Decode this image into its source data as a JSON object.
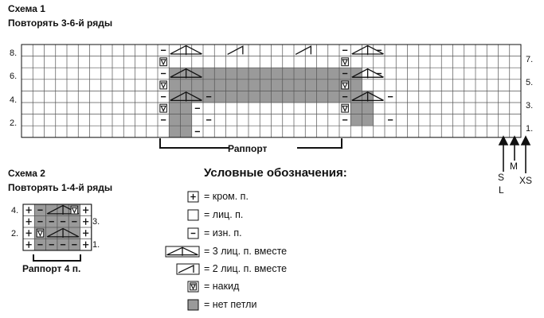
{
  "scheme1": {
    "title": "Схема 1",
    "subtitle": "Повторять 3-6-й ряды",
    "rows_left": [
      "8.",
      "6.",
      "4.",
      "2."
    ],
    "rows_right": [
      "7.",
      "5.",
      "3.",
      "1."
    ],
    "rapport_label": "Раппорт",
    "sizes": [
      "S",
      "M",
      "XS",
      "L"
    ]
  },
  "scheme2": {
    "title": "Схема 2",
    "subtitle": "Повторять 1-4-й ряды",
    "rows_left": [
      "4.",
      "2."
    ],
    "rows_right": [
      "3.",
      "1."
    ],
    "rapport_label": "Раппорт 4 п."
  },
  "legend": {
    "title": "Условные обозначения:",
    "items": [
      {
        "symbol": "edge-stitch",
        "text": "= кром. п."
      },
      {
        "symbol": "knit",
        "text": "= лиц. п."
      },
      {
        "symbol": "purl",
        "text": "= изн. п."
      },
      {
        "symbol": "k3tog",
        "text": "= 3 лиц. п. вместе"
      },
      {
        "symbol": "k2tog",
        "text": "= 2 лиц. п. вместе"
      },
      {
        "symbol": "yarn-over",
        "text": "= накид"
      },
      {
        "symbol": "no-stitch",
        "text": "= нет петли"
      }
    ]
  },
  "colors": {
    "grid": "#555555",
    "no_stitch": "#9a9a9a",
    "ink": "#111111"
  }
}
